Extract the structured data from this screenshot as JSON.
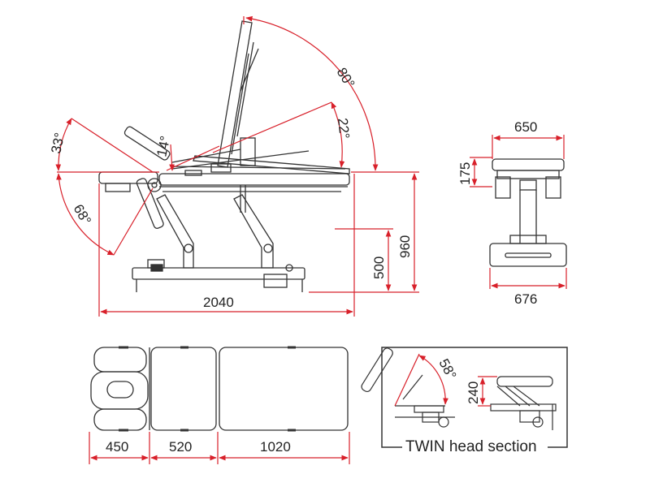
{
  "colors": {
    "dimension": "#d8202a",
    "outline": "#333333",
    "text": "#222222",
    "background": "#ffffff"
  },
  "side_view": {
    "angles": {
      "backrest": "80°",
      "backrest_low": "22°",
      "head_up": "33°",
      "head_down": "68°",
      "mid": "14°"
    },
    "lengths": {
      "total": "2040",
      "min_height": "500",
      "max_height": "960"
    }
  },
  "end_view": {
    "top_width": "650",
    "base_width": "676",
    "section_height": "175"
  },
  "top_view": {
    "segments": [
      "450",
      "520",
      "1020"
    ]
  },
  "twin_head": {
    "caption": "TWIN head section",
    "angle": "58°",
    "height": "240"
  }
}
